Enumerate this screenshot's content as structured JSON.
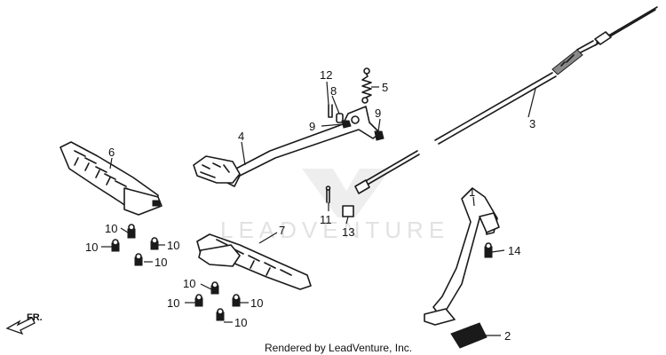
{
  "watermark": "LEADVENTURE",
  "footer": "Rendered by LeadVenture, Inc.",
  "direction_label": "FR.",
  "callouts": {
    "c1": "1",
    "c2": "2",
    "c3": "3",
    "c4": "4",
    "c5": "5",
    "c6": "6",
    "c7": "7",
    "c8": "8",
    "c9a": "9",
    "c9b": "9",
    "c10a": "10",
    "c10b": "10",
    "c10c": "10",
    "c10d": "10",
    "c10e": "10",
    "c10f": "10",
    "c10g": "10",
    "c10h": "10",
    "c11": "11",
    "c12": "12",
    "c13": "13",
    "c14": "14"
  }
}
